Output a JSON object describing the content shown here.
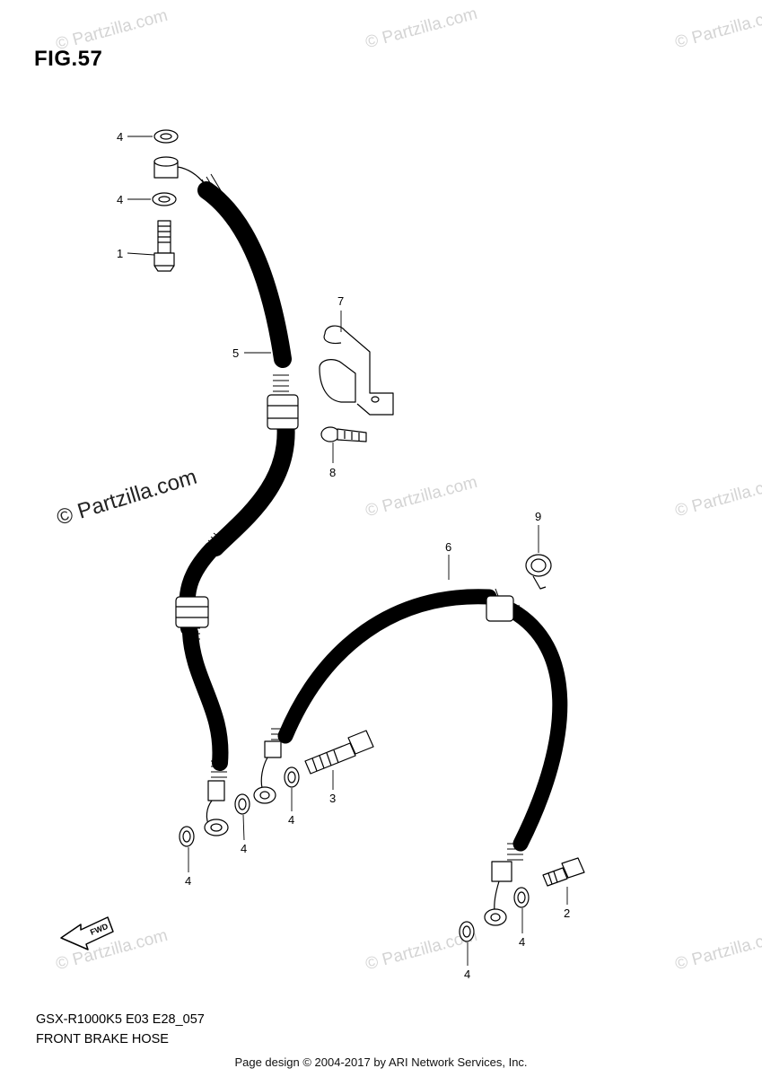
{
  "figure": "FIG.57",
  "model_code": "GSX-R1000K5 E03 E28_057",
  "title": "FRONT BRAKE HOSE",
  "footer": "Page design © 2004-2017 by ARI Network Services, Inc.",
  "watermark_text": "© Partzilla.com",
  "fwd_label": "FWD",
  "callouts": [
    {
      "id": "c-4a",
      "text": "4"
    },
    {
      "id": "c-4b",
      "text": "4"
    },
    {
      "id": "c-1",
      "text": "1"
    },
    {
      "id": "c-5",
      "text": "5"
    },
    {
      "id": "c-7",
      "text": "7"
    },
    {
      "id": "c-8",
      "text": "8"
    },
    {
      "id": "c-9",
      "text": "9"
    },
    {
      "id": "c-6",
      "text": "6"
    },
    {
      "id": "c-3",
      "text": "3"
    },
    {
      "id": "c-4c",
      "text": "4"
    },
    {
      "id": "c-4d",
      "text": "4"
    },
    {
      "id": "c-4e",
      "text": "4"
    },
    {
      "id": "c-2",
      "text": "2"
    },
    {
      "id": "c-4f",
      "text": "4"
    },
    {
      "id": "c-4g",
      "text": "4"
    }
  ]
}
